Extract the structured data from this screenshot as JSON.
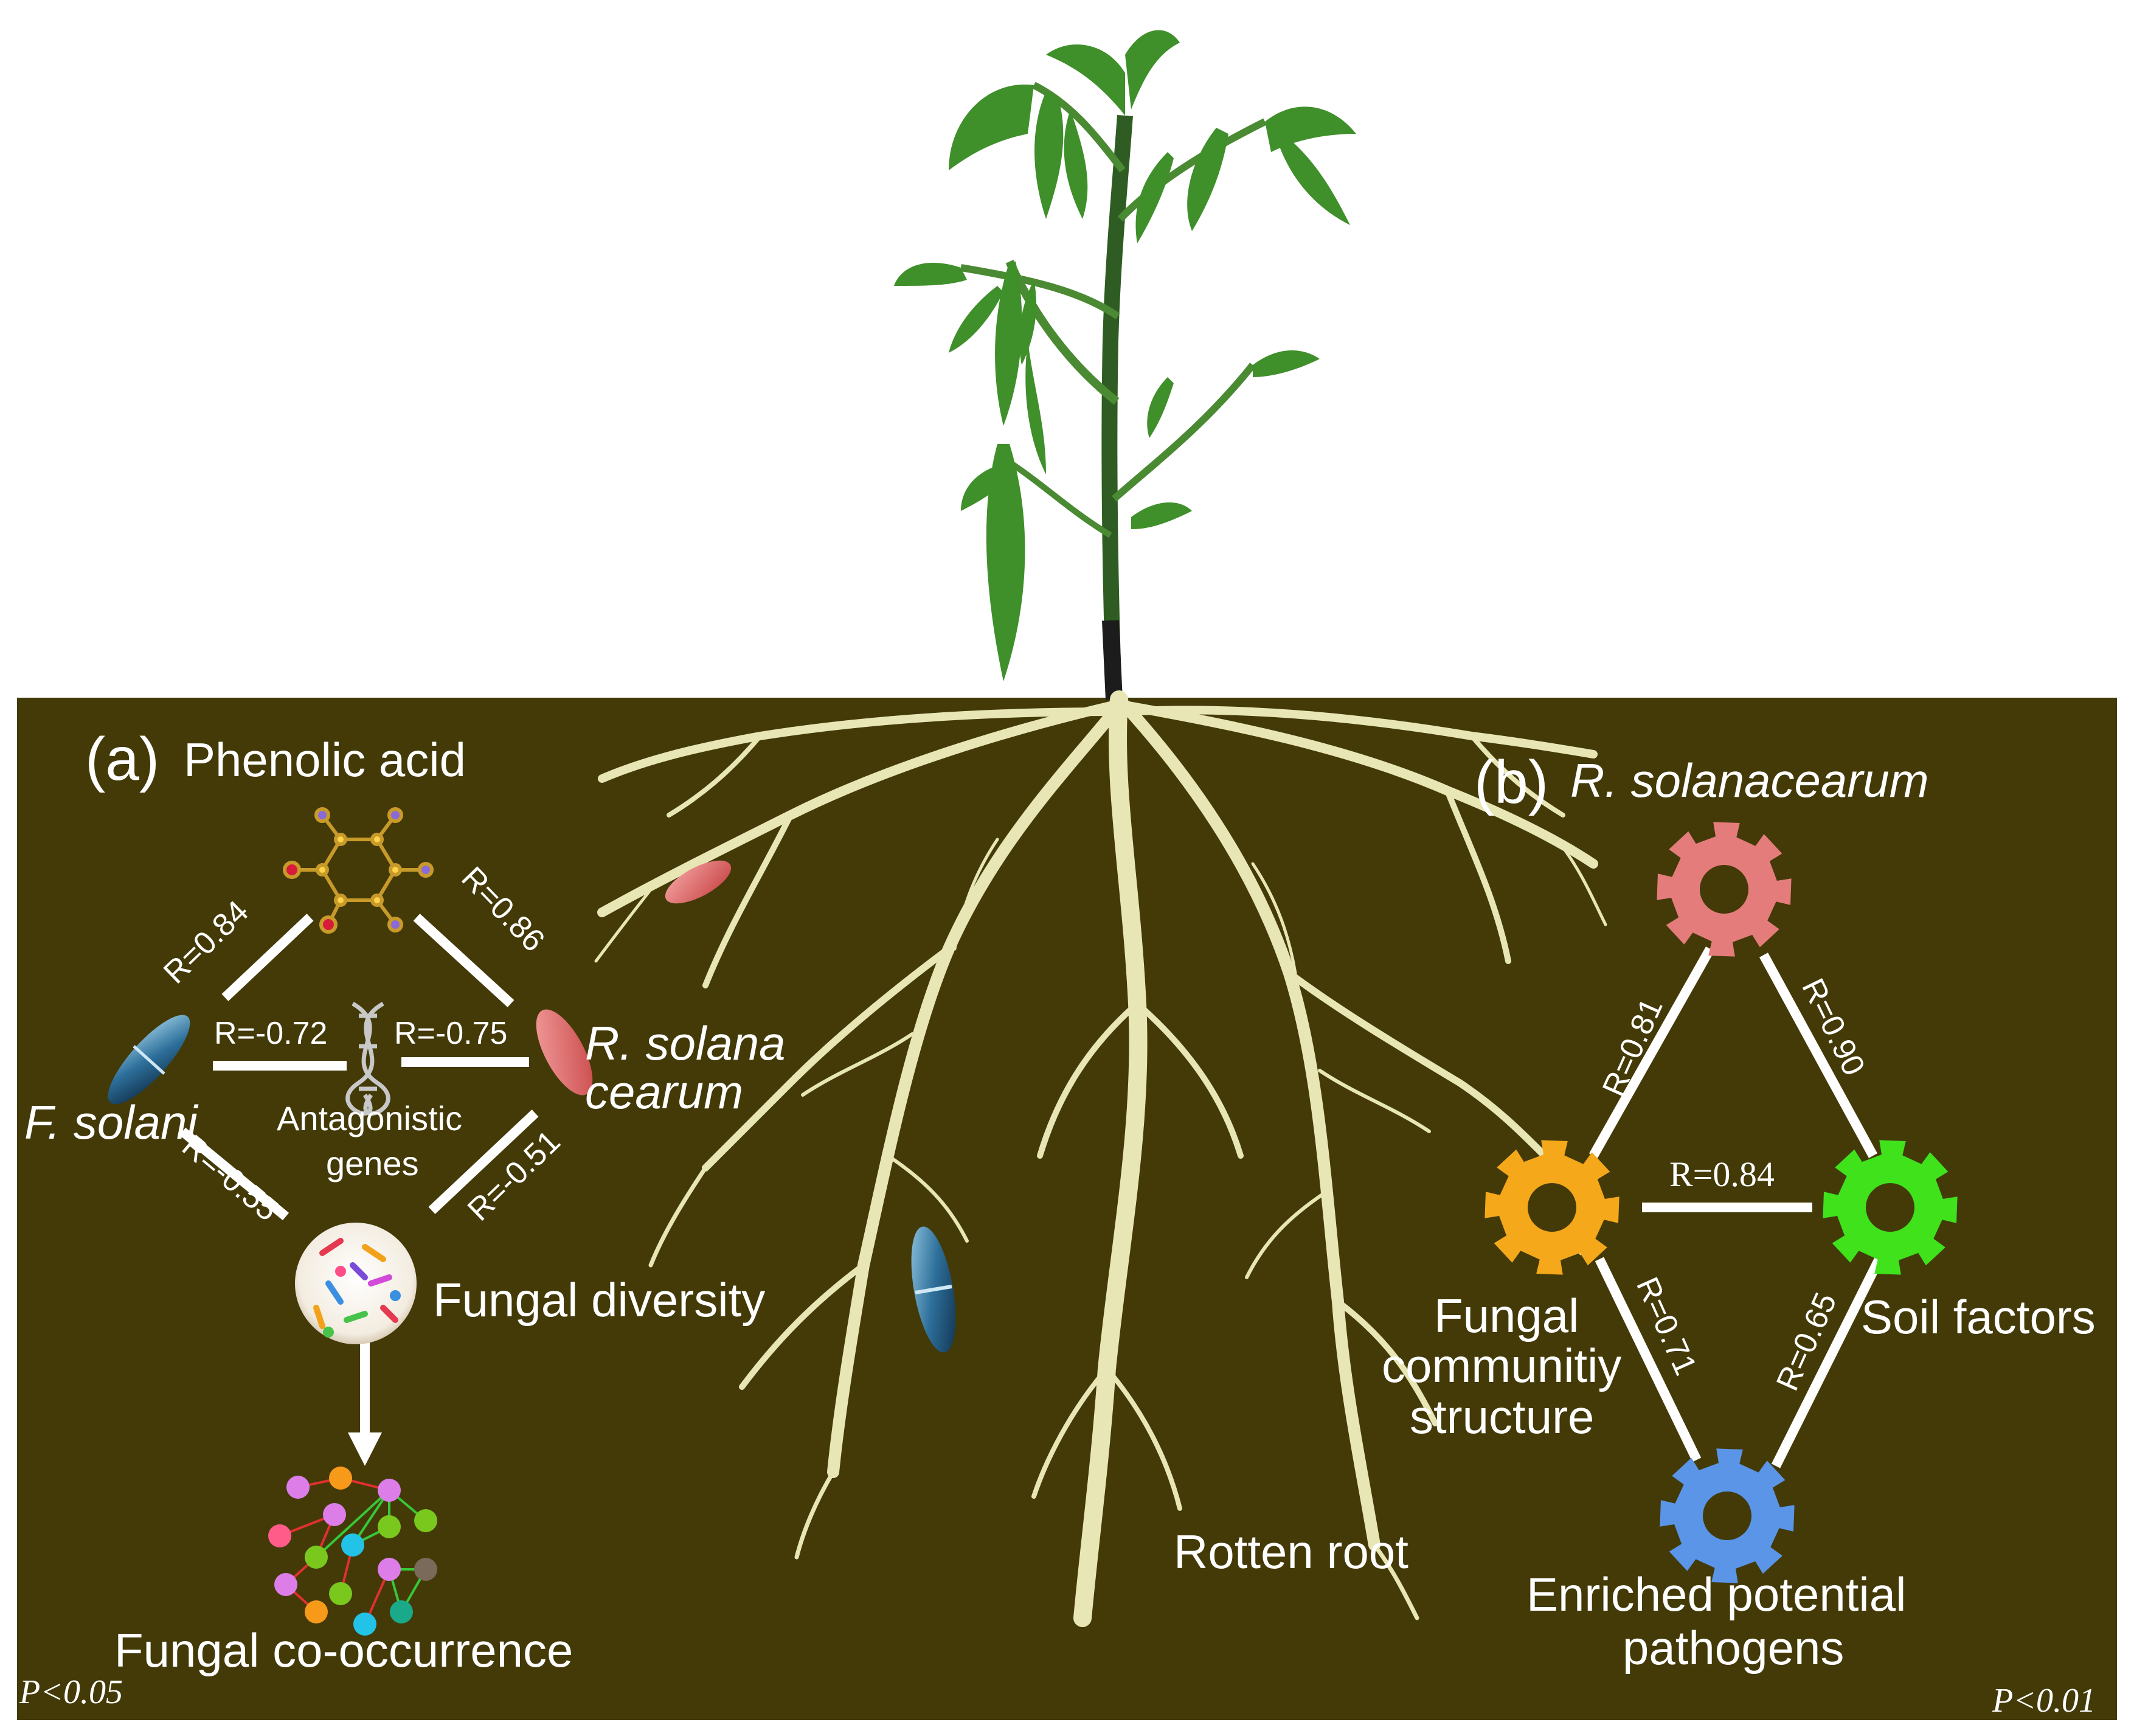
{
  "colors": {
    "soil": "#433a08",
    "edge": "#ffffff",
    "label": "#ffffff",
    "gear_r_solanacearum": "#e57c7c",
    "gear_fungal_community": "#f5a81a",
    "gear_soil_factors": "#3fe21b",
    "gear_enriched_pathogens": "#5a95e8"
  },
  "panel_a": {
    "tag": "(a)",
    "nodes": {
      "phenolic_acid": "Phenolic acid",
      "f_solani": "F. solani",
      "r_solanacearum_line1": "R. solana",
      "r_solanacearum_line2": "cearum",
      "antagonistic_line1": "Antagonistic",
      "antagonistic_line2": "genes",
      "fungal_diversity": "Fungal diversity",
      "fungal_cooccurrence": "Fungal co-occurrence"
    },
    "edges": {
      "phenolic_fsolani": "R=0.84",
      "phenolic_rsolanacearum": "R=0.86",
      "fsolani_antagonistic": "R=-0.72",
      "antagonistic_rsolanacearum": "R=-0.75",
      "fsolani_diversity": "R=-0.55",
      "rsolanacearum_diversity": "R=-0.51"
    },
    "significance": "P<0.05"
  },
  "center": {
    "rotten_root": "Rotten root"
  },
  "panel_b": {
    "tag": "(b)",
    "nodes": {
      "r_solanacearum": "R. solanacearum",
      "fungal_line1": "Fungal",
      "fungal_line2": "communitiy",
      "fungal_line3": "structure",
      "soil_factors": "Soil factors",
      "enriched_line1": "Enriched potential",
      "enriched_line2": "pathogens"
    },
    "edges": {
      "rsol_fungal": "R=0.81",
      "rsol_soil": "R=0.90",
      "fungal_soil": "R=0.84",
      "fungal_enriched": "R=0.71",
      "soil_enriched": "R=0.65"
    },
    "significance": "P<0.01"
  }
}
